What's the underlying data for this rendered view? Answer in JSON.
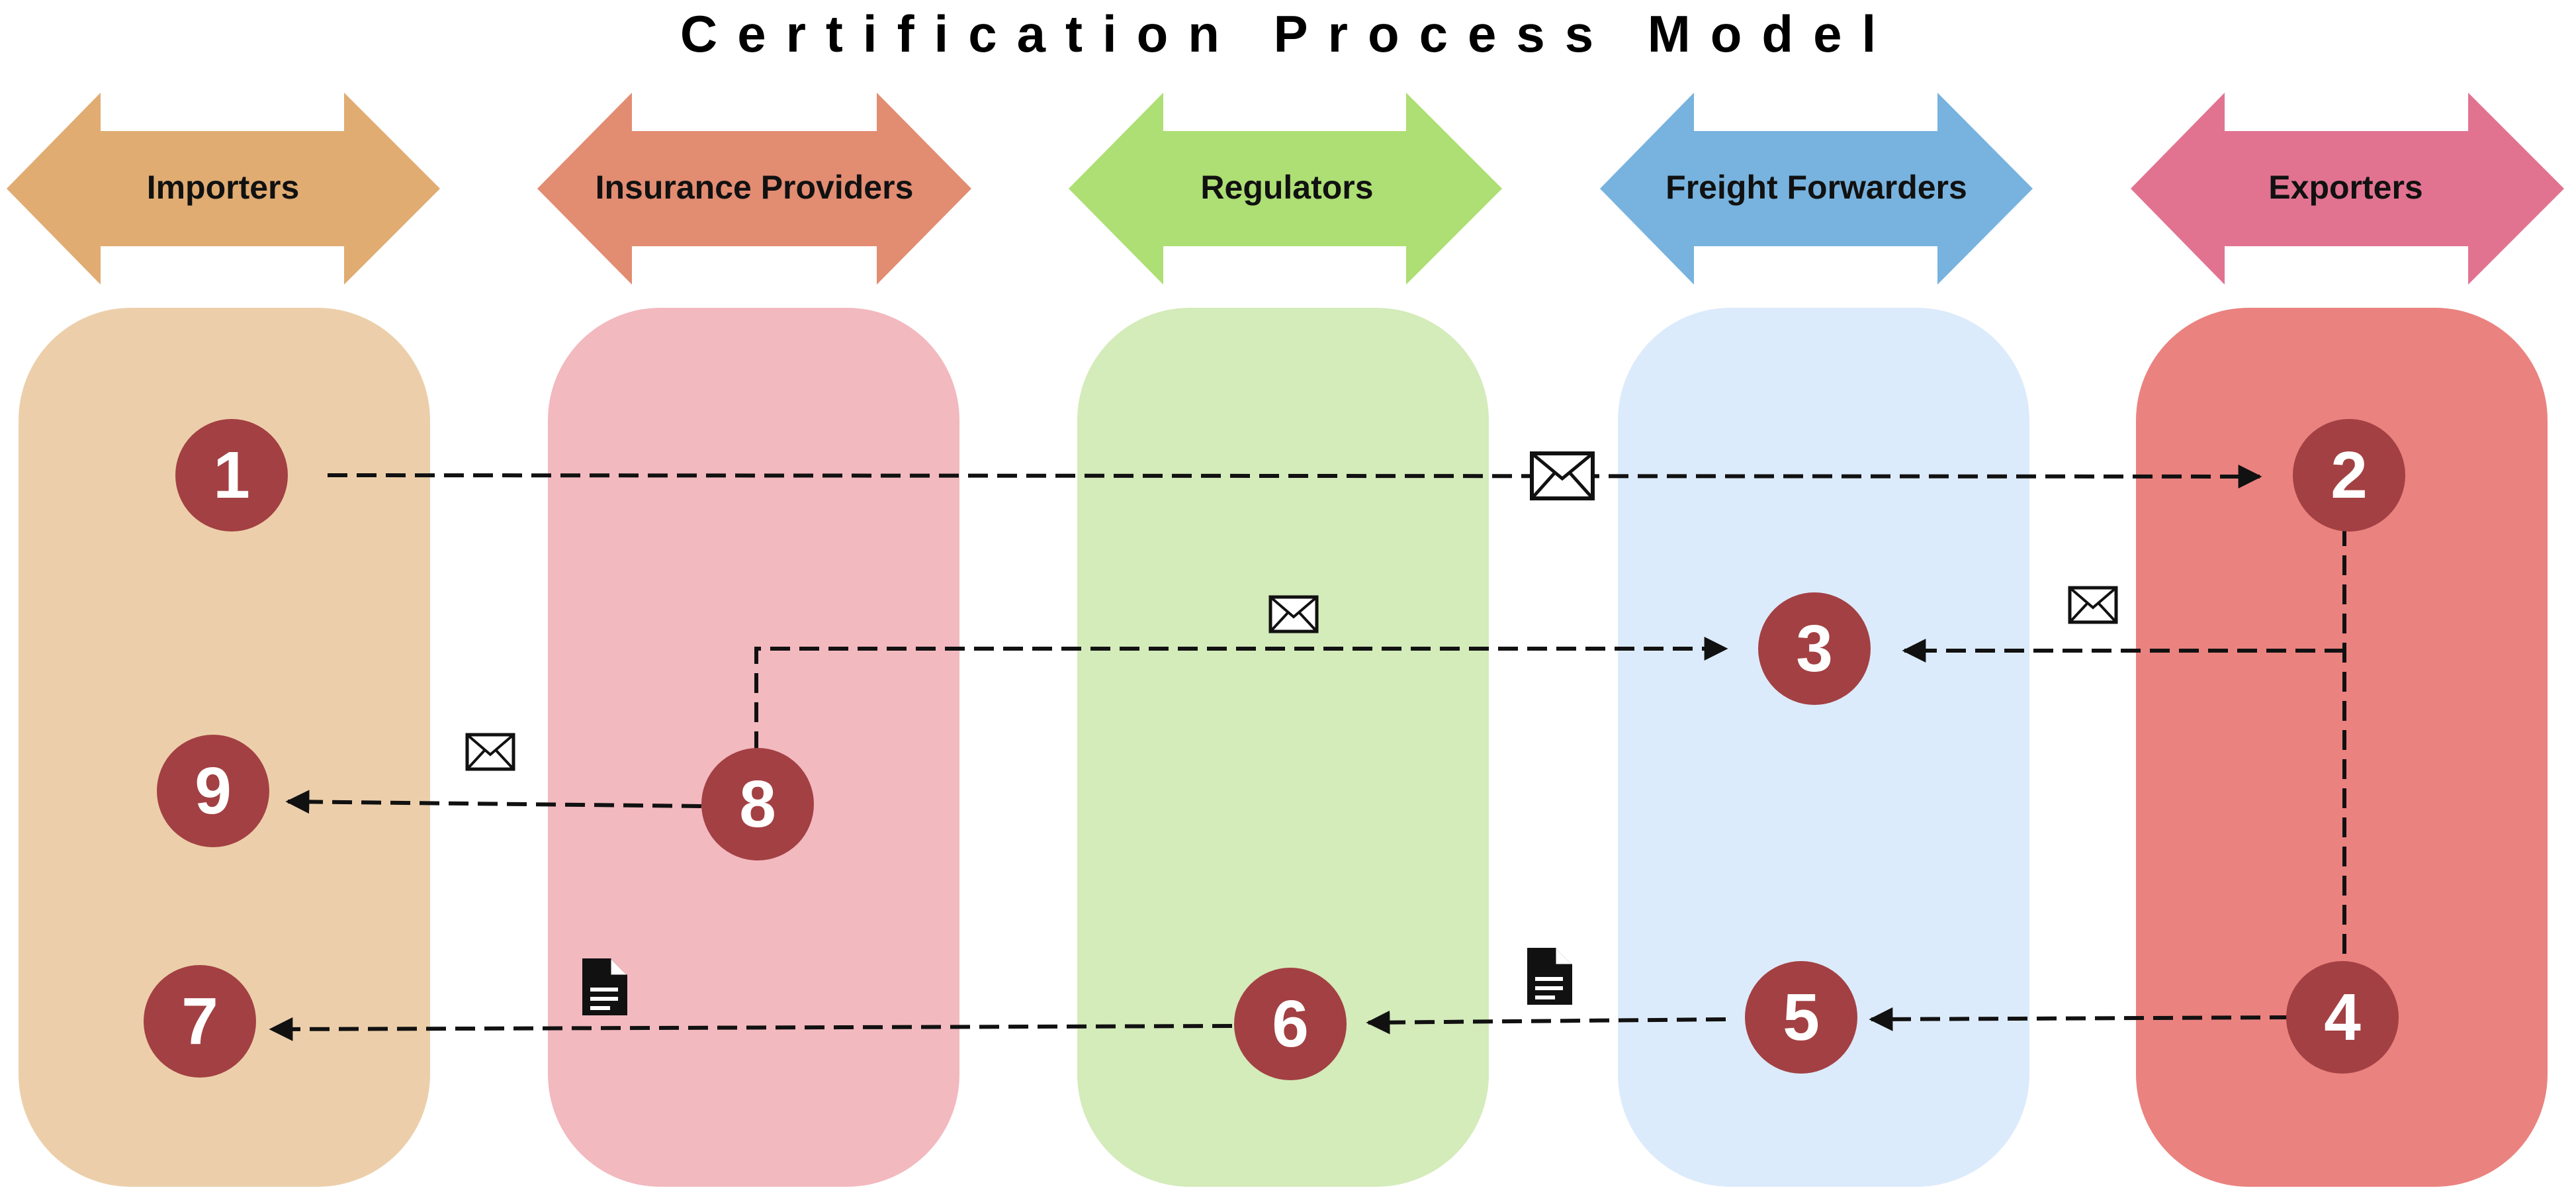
{
  "title": "Certification Process Model",
  "lanes": [
    {
      "name": "Importers",
      "arrow_color": "#e0ac72",
      "lane_color": "#eccfaa"
    },
    {
      "name": "Insurance Providers",
      "arrow_color": "#e28c72",
      "lane_color": "#f2b9bf"
    },
    {
      "name": "Regulators",
      "arrow_color": "#addf74",
      "lane_color": "#d4ebba"
    },
    {
      "name": "Freight Forwarders",
      "arrow_color": "#77b3de",
      "lane_color": "#dcebfb"
    },
    {
      "name": "Exporters",
      "arrow_color": "#e17391",
      "lane_color": "#ea827f"
    }
  ],
  "steps": [
    "1",
    "2",
    "3",
    "4",
    "5",
    "6",
    "7",
    "8",
    "9"
  ],
  "step_color": "#a34043",
  "icons": {
    "message": "envelope-icon",
    "document": "document-icon"
  }
}
